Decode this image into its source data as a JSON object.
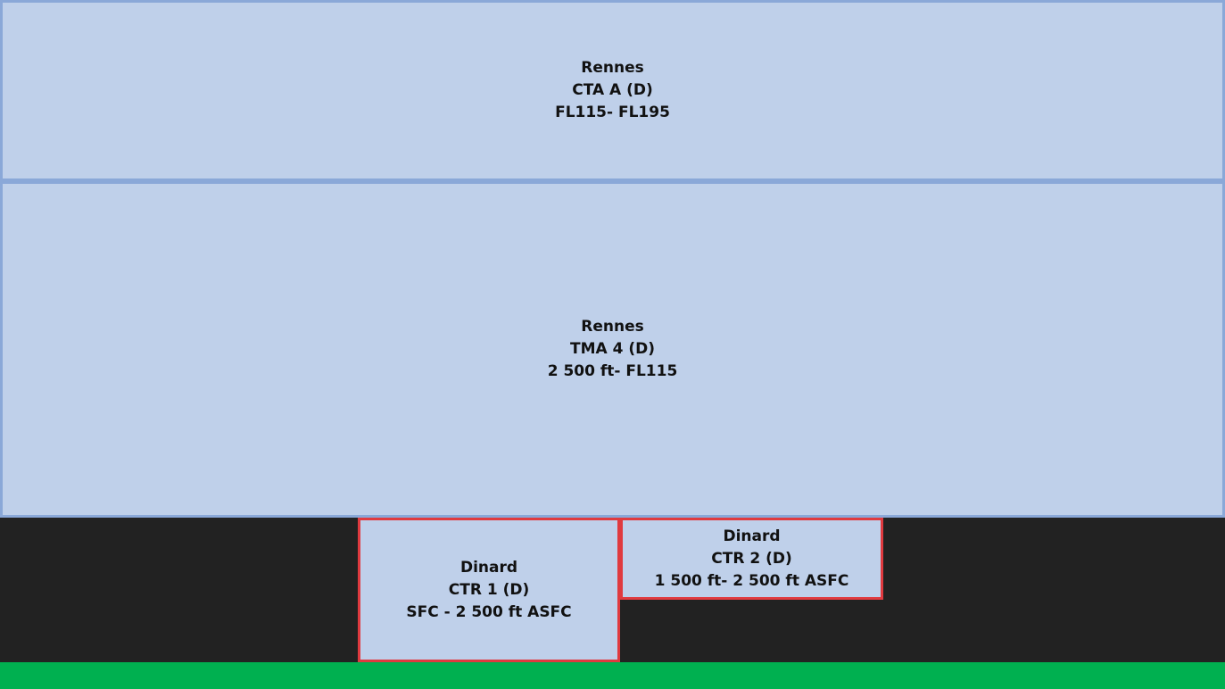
{
  "colors": {
    "background": "#222222",
    "zone_fill": "#bfd0ea",
    "upper_zone_border": "#8aa8d8",
    "ctr_border": "#e03a3f",
    "ground": "#00b050"
  },
  "zones": [
    {
      "name": "Rennes",
      "designation": "CTA A (D)",
      "limits": "FL115- FL195"
    },
    {
      "name": "Rennes",
      "designation": "TMA 4 (D)",
      "limits": "2 500 ft- FL115"
    },
    {
      "name": "Dinard",
      "designation": "CTR 1 (D)",
      "limits": "SFC - 2 500 ft ASFC"
    },
    {
      "name": "Dinard",
      "designation": "CTR 2 (D)",
      "limits": "1 500 ft- 2 500 ft ASFC"
    }
  ]
}
